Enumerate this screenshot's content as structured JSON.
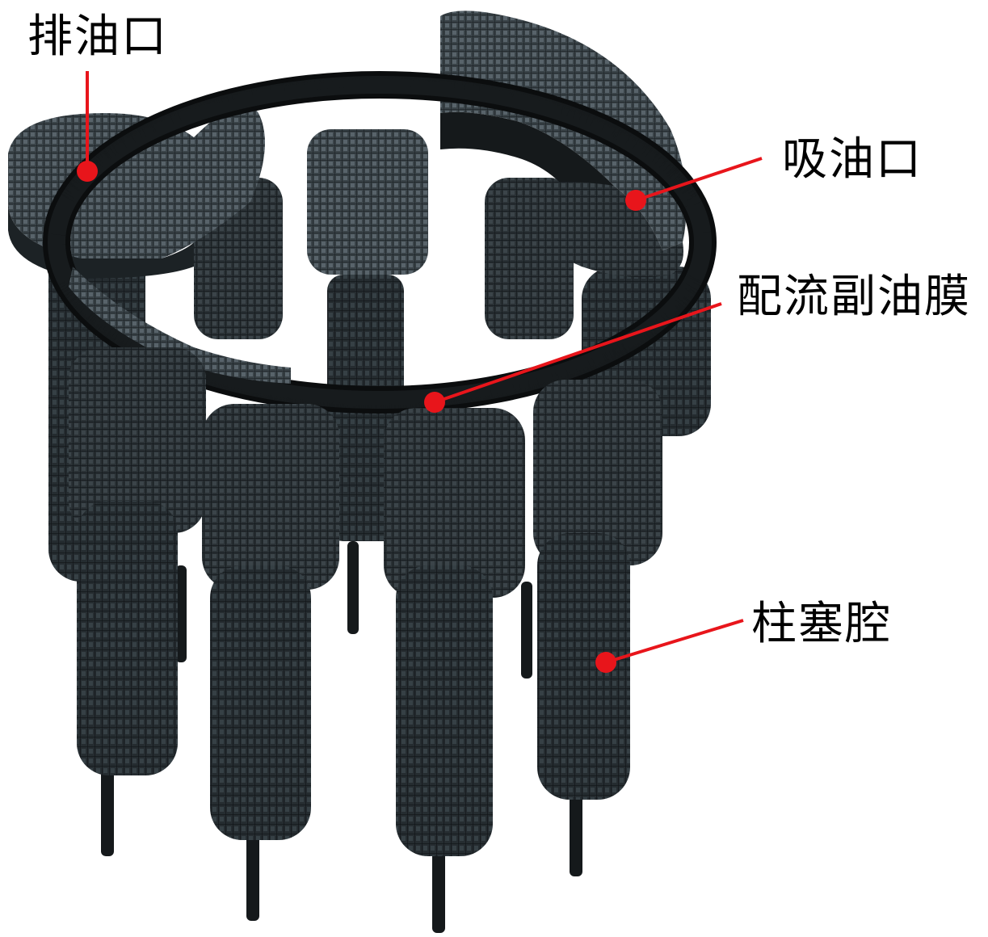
{
  "figure": {
    "subject": "axial piston pump fluid domain mesh model",
    "colors": {
      "background": "#ffffff",
      "mesh_dark": "#1e2428",
      "mesh_mid": "#3a4247",
      "mesh_light": "#5d676d",
      "film_band": "#0a0a0a",
      "callout": "#e8151b",
      "label_text": "#000000"
    }
  },
  "labels": {
    "discharge_port": "排油口",
    "suction_port": "吸油口",
    "valve_plate_film": "配流副油膜",
    "piston_chamber": "柱塞腔"
  },
  "callouts": [
    {
      "name": "discharge_port",
      "dot": [
        108,
        212
      ],
      "line_end": [
        108,
        88
      ]
    },
    {
      "name": "suction_port",
      "dot": [
        787,
        248
      ],
      "line_end": [
        943,
        196
      ]
    },
    {
      "name": "valve_plate_film",
      "dot": [
        538,
        498
      ],
      "line_end": [
        893,
        376
      ]
    },
    {
      "name": "piston_chamber",
      "dot": [
        750,
        820
      ],
      "line_end": [
        920,
        768
      ]
    }
  ]
}
